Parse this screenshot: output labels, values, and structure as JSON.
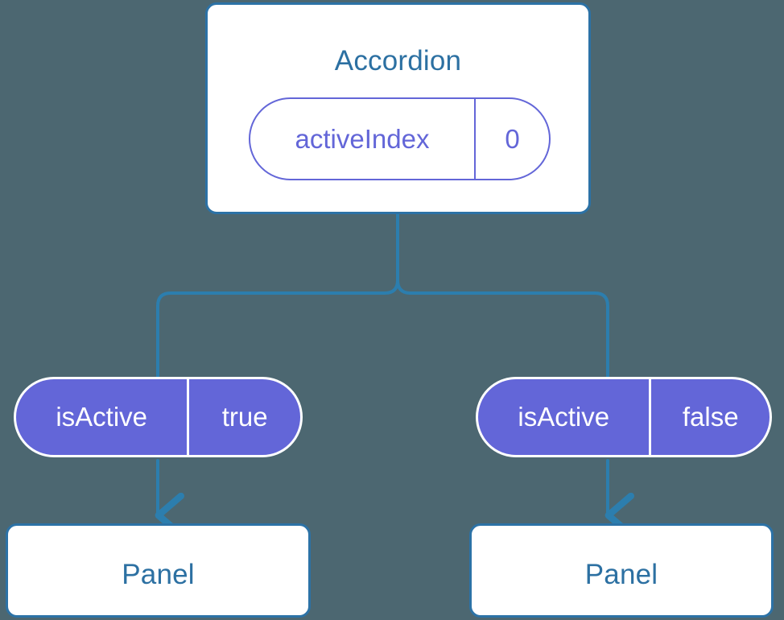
{
  "diagram": {
    "type": "component-state-tree",
    "background_color": "#4c6771",
    "accent_blue": "#2c72a6",
    "accent_purple": "#6366d8",
    "root": {
      "title": "Accordion",
      "state": {
        "key": "activeIndex",
        "value": "0"
      }
    },
    "branches": [
      {
        "side": "left",
        "prop": {
          "key": "isActive",
          "value": "true"
        },
        "child": {
          "title": "Panel"
        }
      },
      {
        "side": "right",
        "prop": {
          "key": "isActive",
          "value": "false"
        },
        "child": {
          "title": "Panel"
        }
      }
    ]
  }
}
